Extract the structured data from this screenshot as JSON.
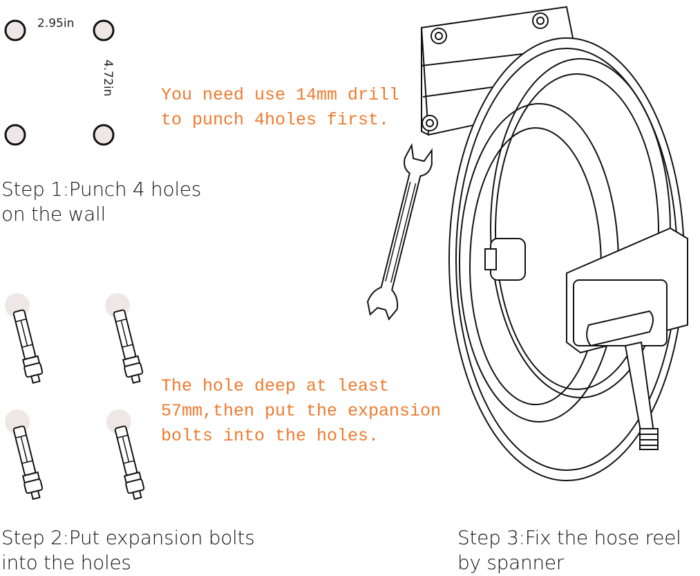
{
  "step1": {
    "lines": [
      "Step 1:Punch 4 holes",
      "on the wall"
    ]
  },
  "step2": {
    "lines": [
      "Step 2:Put expansion bolts",
      "into the holes"
    ]
  },
  "step3": {
    "lines": [
      "Step 3:Fix the hose reel",
      "by spanner"
    ]
  },
  "note_drill": {
    "lines": [
      "You need use 14mm drill",
      "to punch 4holes first."
    ]
  },
  "note_depth": {
    "lines": [
      "The hole deep at least",
      "57mm,then put the expansion",
      "bolts into the holes."
    ]
  },
  "dimensions": {
    "width": "2.95in",
    "height": "4.72in"
  },
  "colors": {
    "note": "#ee7a2e",
    "hole_fill": "#efe7e7",
    "line": "#222222"
  },
  "icons": [
    "drill-hole-icon",
    "expansion-bolt-icon",
    "spanner-icon",
    "hose-reel-icon"
  ]
}
